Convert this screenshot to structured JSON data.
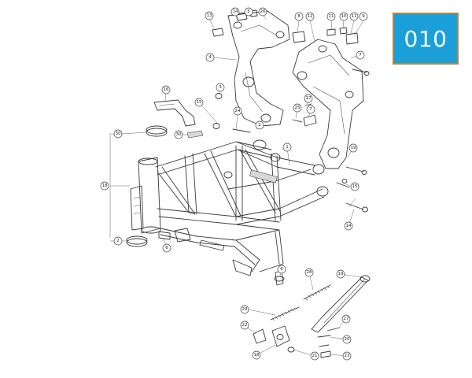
{
  "badge": {
    "code": "010",
    "background": "#1a9fd9",
    "border": "#b08a3e"
  },
  "callouts": [
    {
      "label": "13"
    },
    {
      "label": "14"
    },
    {
      "label": "5"
    },
    {
      "label": "26"
    },
    {
      "label": "8"
    },
    {
      "label": "12"
    },
    {
      "label": "11"
    },
    {
      "label": "10"
    },
    {
      "label": "11"
    },
    {
      "label": "9"
    },
    {
      "label": "4"
    },
    {
      "label": "7"
    },
    {
      "label": "3"
    },
    {
      "label": "16"
    },
    {
      "label": "15"
    },
    {
      "label": "24"
    },
    {
      "label": "25"
    },
    {
      "label": "17"
    },
    {
      "label": "7"
    },
    {
      "label": "2"
    },
    {
      "label": "30"
    },
    {
      "label": "30"
    },
    {
      "label": "1"
    },
    {
      "label": "18"
    },
    {
      "label": "19"
    },
    {
      "label": "15"
    },
    {
      "label": "14"
    },
    {
      "label": "2"
    },
    {
      "label": "6"
    },
    {
      "label": "6"
    },
    {
      "label": "28"
    },
    {
      "label": "19"
    },
    {
      "label": "29"
    },
    {
      "label": "22"
    },
    {
      "label": "27"
    },
    {
      "label": "20"
    },
    {
      "label": "18"
    },
    {
      "label": "21"
    },
    {
      "label": "23"
    }
  ]
}
